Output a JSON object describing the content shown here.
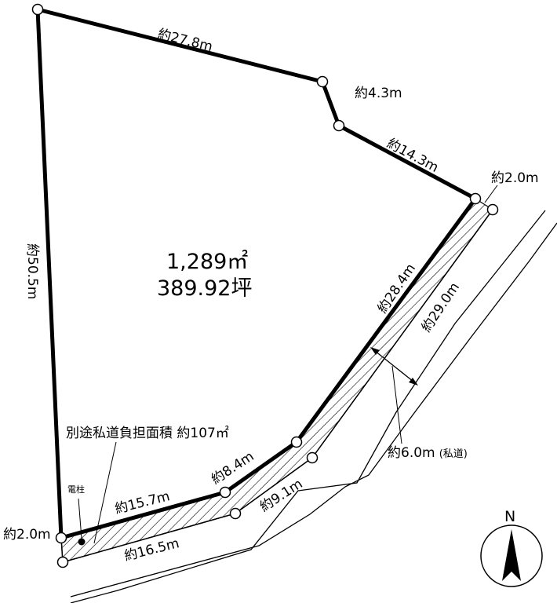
{
  "area": {
    "m2": "1,289㎡",
    "tsubo": "389.92坪"
  },
  "edges": {
    "top": "約27.8m",
    "notch": "約4.3m",
    "upper_right": "約14.3m",
    "corner_right": "約2.0m",
    "left": "約50.5m",
    "inner_long": "約28.4m",
    "outer_long": "約29.0m",
    "inner_mid": "約8.4m",
    "outer_mid": "約9.1m",
    "inner_bottom": "約15.7m",
    "outer_bottom": "約16.5m",
    "corner_left": "約2.0m"
  },
  "road": {
    "width": "約6.0m",
    "type": "(私道)"
  },
  "private_road_share": "別途私道負担面積 約107㎡",
  "pole": "電柱",
  "north": "N",
  "colors": {
    "line": "#000000",
    "background": "#ffffff"
  }
}
